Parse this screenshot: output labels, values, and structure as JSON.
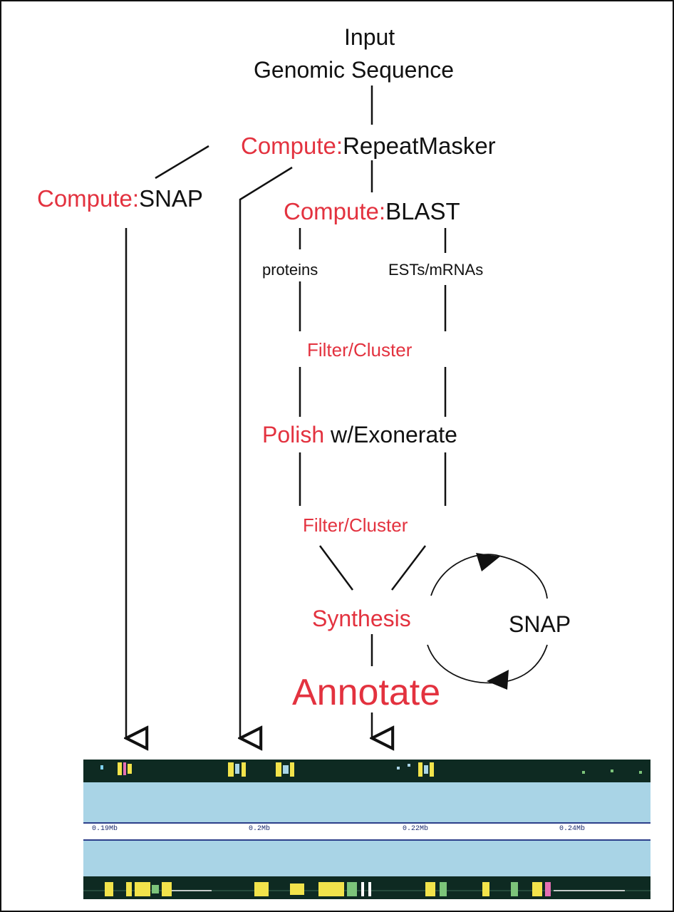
{
  "nodes": {
    "input": {
      "line1": "Input",
      "line2": "Genomic Sequence"
    },
    "repeatmasker": {
      "prefix": "Compute:",
      "tool": "RepeatMasker"
    },
    "snap_compute": {
      "prefix": "Compute:",
      "tool": "SNAP"
    },
    "blast": {
      "prefix": "Compute:",
      "tool": "BLAST"
    },
    "proteins": "proteins",
    "ests": "ESTs/mRNAs",
    "filter1": "Filter/Cluster",
    "polish": {
      "word": "Polish",
      "rest": "w/Exonerate"
    },
    "filter2": "Filter/Cluster",
    "synthesis": "Synthesis",
    "snap_loop": "SNAP",
    "annotate": "Annotate"
  },
  "colors": {
    "compute_red": "#e3323f",
    "text_black": "#111111",
    "track_bg": "#0e2a22",
    "band_blue": "#a9d4e6"
  },
  "genome_view": {
    "ruler_labels": [
      "0.19Mb",
      "0.2Mb",
      "0.22Mb",
      "0.24Mb"
    ]
  }
}
